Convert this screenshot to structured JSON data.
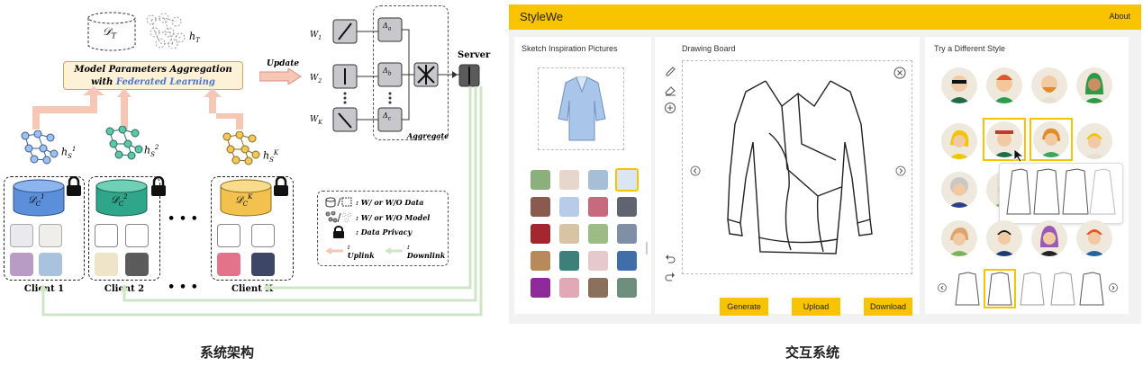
{
  "architecture": {
    "target_db": "𝒟",
    "target_db_sub": "T",
    "target_model": "h",
    "target_model_sub": "T",
    "aggregation_line1": "Model Parameters Aggregation",
    "aggregation_line2": "with",
    "aggregation_fl": "Federated Learning",
    "update": "Update",
    "server": "Server",
    "aggregate": "Aggregate",
    "weights": [
      "W",
      "W",
      "W"
    ],
    "weight_subs": [
      "1",
      "2",
      "K"
    ],
    "deltas": [
      "Δ",
      "Δ",
      "Δ"
    ],
    "delta_subs": [
      "a",
      "b",
      "c"
    ],
    "ellipsis": "• • •",
    "clients": [
      {
        "label": "Client 1",
        "db_sub": "C",
        "db_sup": "1",
        "model_sub": "S",
        "model_sup": "1",
        "color": "#5b8fd9"
      },
      {
        "label": "Client 2",
        "db_sub": "C",
        "db_sup": "2",
        "model_sub": "S",
        "model_sup": "2",
        "color": "#2fa58a"
      },
      {
        "label": "Client K",
        "db_sub": "C",
        "db_sup": "K",
        "model_sub": "S",
        "model_sup": "K",
        "color": "#f2c14e"
      }
    ],
    "legend": {
      "data": ": W/ or W/O Data",
      "model": ": W/ or W/O  Model",
      "privacy": ": Data Privacy",
      "uplink": ": Uplink",
      "downlink": ": Downlink"
    },
    "colors": {
      "uplink": "#f6c7b4",
      "downlink": "#cfe6c6"
    }
  },
  "ui": {
    "app_title": "StyleWe",
    "about": "About",
    "sketch_title": "Sketch Inspiration Pictures",
    "board_title": "Drawing Board",
    "style_title": "Try a Different Style",
    "buttons": {
      "generate": "Generate",
      "upload": "Upload",
      "download": "Download"
    },
    "accent": "#f8c400"
  },
  "captions": {
    "left": "系统架构",
    "right": "交互系统"
  }
}
